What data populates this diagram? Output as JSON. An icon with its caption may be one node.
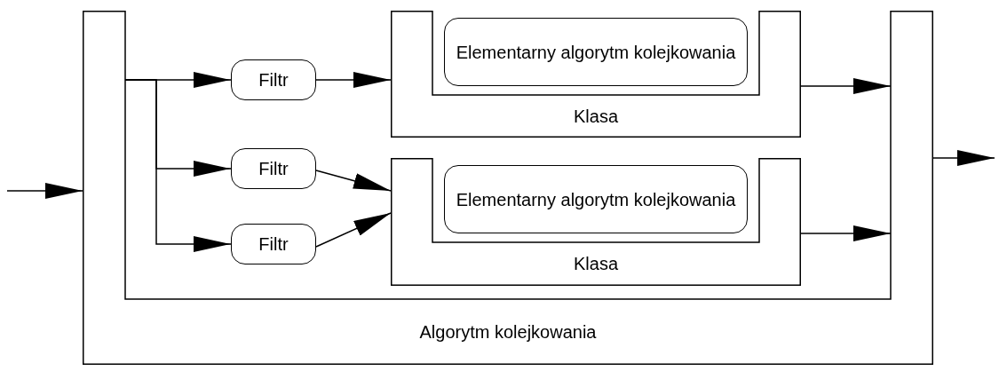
{
  "diagram": {
    "nodes": [
      {
        "text": [
          "Algorytm kolejkowania"
        ]
      },
      {
        "text": [
          "Filtr"
        ],
        "in": 0
      },
      {
        "text": [
          "Klasa"
        ],
        "in": 0
      },
      {
        "text": [
          "Elementarny algorytm kolejkowania"
        ],
        "in": 2
      },
      {
        "text": [
          "Filtr"
        ],
        "in": 0
      },
      {
        "text": [
          "Filtr"
        ],
        "in": 0
      },
      {
        "text": [
          "Klasa"
        ],
        "in": 0
      },
      {
        "text": [
          "Elementarny algorytm kolejkowania"
        ],
        "in": 6
      }
    ],
    "edges": [
      {
        "from": null,
        "to": 0,
        "arrow": "to"
      },
      {
        "from": 0,
        "to": 1,
        "arrow": "to"
      },
      {
        "from": 0,
        "to": 4,
        "arrow": "to"
      },
      {
        "from": 0,
        "to": 5,
        "arrow": "to"
      },
      {
        "from": 1,
        "to": 2,
        "arrow": "to"
      },
      {
        "from": 4,
        "to": 6,
        "arrow": "to"
      },
      {
        "from": 5,
        "to": 6,
        "arrow": "to"
      },
      {
        "from": 2,
        "to": 0,
        "arrow": "to"
      },
      {
        "from": 6,
        "to": 0,
        "arrow": "to"
      },
      {
        "from": 0,
        "to": null,
        "arrow": "to"
      }
    ]
  }
}
